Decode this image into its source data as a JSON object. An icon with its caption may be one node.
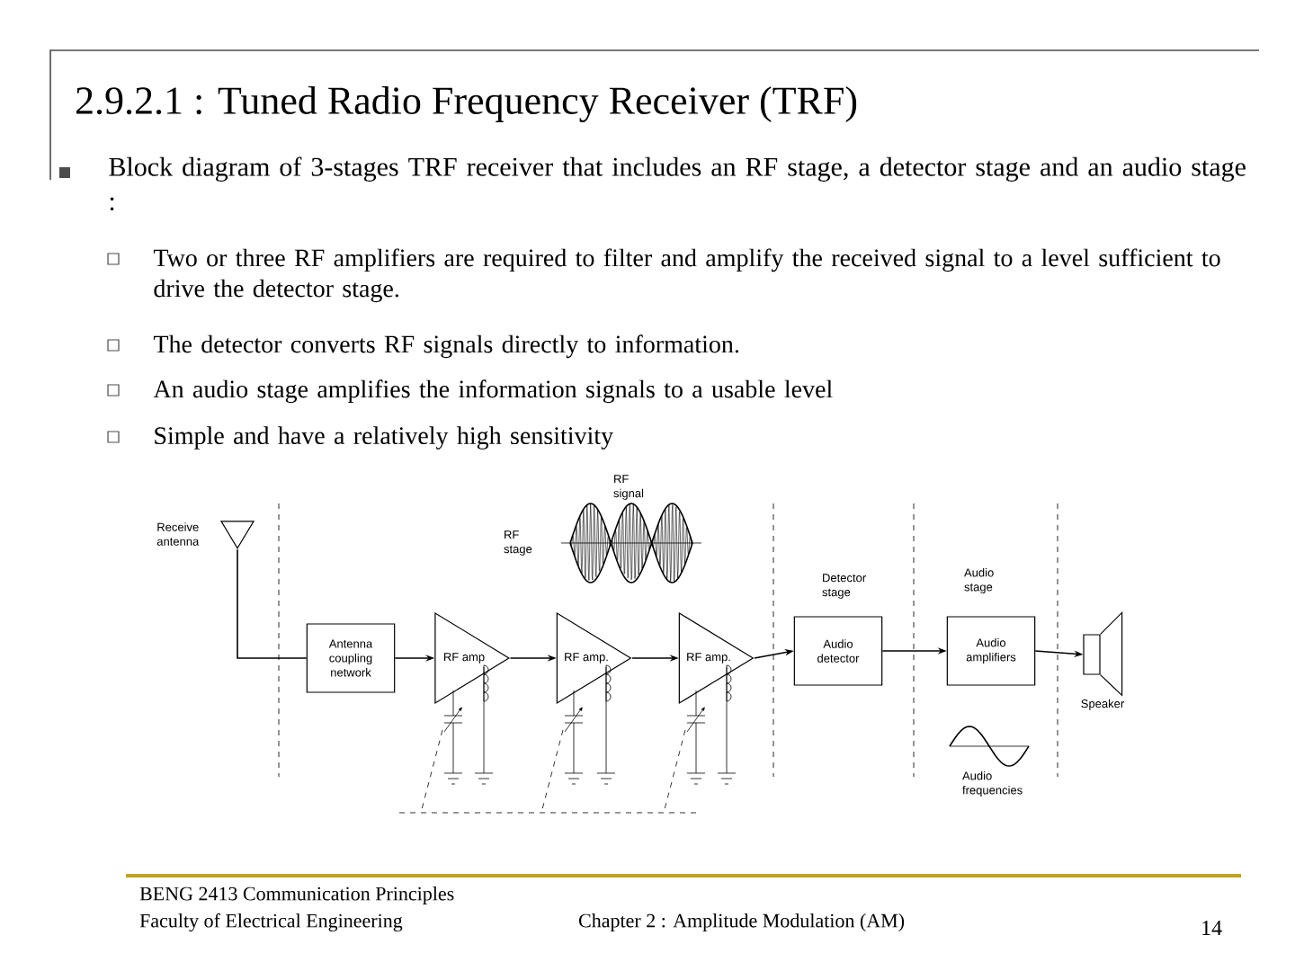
{
  "diagram": {
    "title": "2.9.2.1 : Tuned Radio Frequency Receiver (TRF)",
    "nodes": [
      {
        "text": [],
        "shape": "antenna",
        "beside": [
          "Receive antenna"
        ]
      },
      {
        "text": [
          "Antenna coupling network"
        ]
      },
      {
        "text": [
          "RF amp"
        ]
      },
      {
        "text": [
          "RF amp."
        ]
      },
      {
        "text": [
          "RF amp."
        ]
      },
      {
        "text": [
          "Audio detector"
        ]
      },
      {
        "text": [
          "Audio amplifiers"
        ]
      },
      {
        "text": [],
        "shape": "speaker",
        "beside": [
          "Speaker"
        ]
      }
    ],
    "edges": [
      {
        "from": 0,
        "to": 1,
        "arrow": "none"
      },
      {
        "from": 1,
        "to": 2,
        "arrow": "to"
      },
      {
        "from": 2,
        "to": 3,
        "arrow": "to"
      },
      {
        "from": 3,
        "to": 4,
        "arrow": "to"
      },
      {
        "from": 4,
        "to": 5,
        "arrow": "to"
      },
      {
        "from": 5,
        "to": 6,
        "arrow": "to"
      },
      {
        "from": 6,
        "to": 7,
        "arrow": "to"
      }
    ],
    "labels": [
      "Block diagram of 3-stages TRF receiver that includes an RF stage, a detector stage and an audio stage :",
      "Two or three RF amplifiers are required to filter and amplify the received signal to a level sufficient to drive the detector stage.",
      "The detector converts RF signals directly to information.",
      "An audio stage amplifies the information signals to a usable level",
      "Simple and have a relatively high sensitivity",
      "RF signal",
      "RF stage",
      "Detector stage",
      "Audio stage",
      "Audio frequencies",
      "BENG 2413 Communication Principles",
      "Faculty of Electrical Engineering",
      "Chapter 2 : Amplitude Modulation (AM)",
      "14"
    ]
  }
}
